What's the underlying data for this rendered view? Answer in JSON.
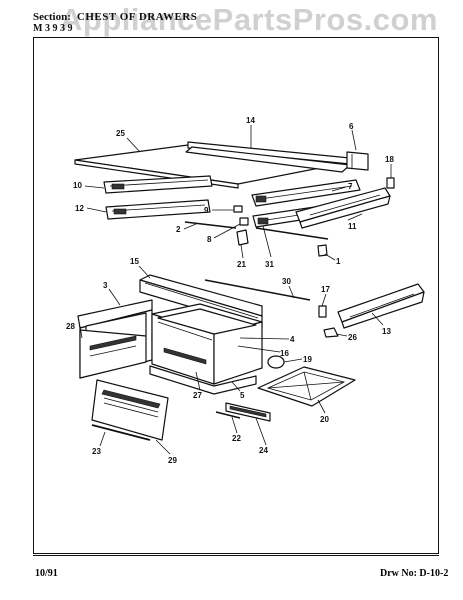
{
  "header": {
    "section_label": "Section:",
    "section_value": "CHEST OF DRAWERS",
    "models_label": "M",
    "models_value": "3  9  3  9"
  },
  "watermark": "AppliancePartsPros.com",
  "footer": {
    "date": "10/91",
    "drawing_number": "Drw No: D-10-2"
  },
  "callouts": [
    {
      "id": "c1",
      "label": "1"
    },
    {
      "id": "c2",
      "label": "2"
    },
    {
      "id": "c3",
      "label": "3"
    },
    {
      "id": "c4",
      "label": "4"
    },
    {
      "id": "c5",
      "label": "5"
    },
    {
      "id": "c6",
      "label": "6"
    },
    {
      "id": "c7",
      "label": "7"
    },
    {
      "id": "c8",
      "label": "8"
    },
    {
      "id": "c9",
      "label": "9"
    },
    {
      "id": "c10",
      "label": "10"
    },
    {
      "id": "c11",
      "label": "11"
    },
    {
      "id": "c12",
      "label": "12"
    },
    {
      "id": "c13",
      "label": "13"
    },
    {
      "id": "c14",
      "label": "14"
    },
    {
      "id": "c15",
      "label": "15"
    },
    {
      "id": "c16",
      "label": "16"
    },
    {
      "id": "c17",
      "label": "17"
    },
    {
      "id": "c18",
      "label": "18"
    },
    {
      "id": "c19",
      "label": "19"
    },
    {
      "id": "c20",
      "label": "20"
    },
    {
      "id": "c21",
      "label": "21"
    },
    {
      "id": "c22",
      "label": "22"
    },
    {
      "id": "c23",
      "label": "23"
    },
    {
      "id": "c24",
      "label": "24"
    },
    {
      "id": "c25",
      "label": "25"
    },
    {
      "id": "c26",
      "label": "26"
    },
    {
      "id": "c27",
      "label": "27"
    },
    {
      "id": "c28",
      "label": "28"
    },
    {
      "id": "c29",
      "label": "29"
    },
    {
      "id": "c30",
      "label": "30"
    },
    {
      "id": "c31",
      "label": "31"
    }
  ]
}
